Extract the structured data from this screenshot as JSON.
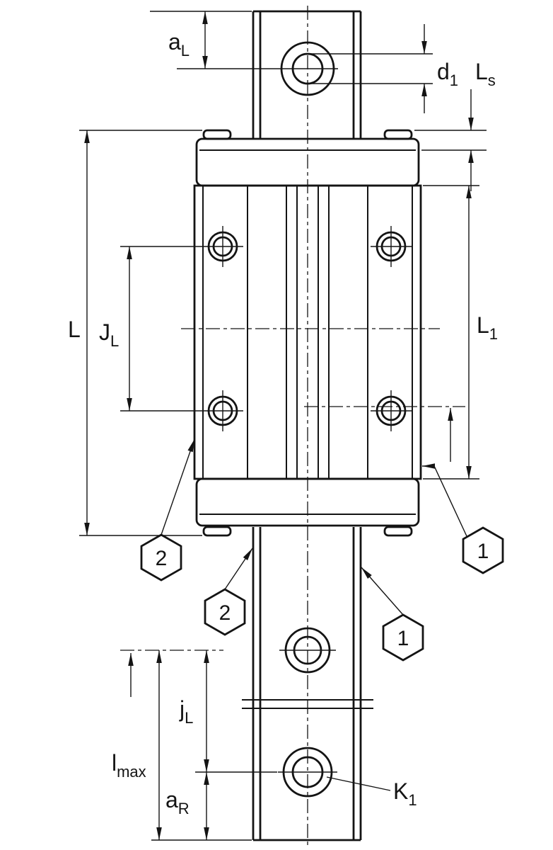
{
  "page": {
    "background": "#ffffff",
    "line_color": "#141414"
  },
  "drawing": {
    "type": "technical-diagram",
    "subject": "linear guideway carriage on rail, top view with dimensions",
    "labels": {
      "a_l": {
        "base": "a",
        "sub": "L"
      },
      "d_1": {
        "base": "d",
        "sub": "1"
      },
      "l_s": {
        "base": "L",
        "sub": "s"
      },
      "l_total": {
        "base": "L",
        "sub": ""
      },
      "j_l_carriage": {
        "base": "J",
        "sub": "L"
      },
      "l_1": {
        "base": "L",
        "sub": "1"
      },
      "j_l_rail": {
        "base": "j",
        "sub": "L"
      },
      "l_max": {
        "base": "l",
        "sub": "max"
      },
      "a_r": {
        "base": "a",
        "sub": "R"
      },
      "k_1": {
        "base": "K",
        "sub": "1"
      }
    },
    "callouts": {
      "pos1": "1",
      "pos2": "2"
    }
  }
}
